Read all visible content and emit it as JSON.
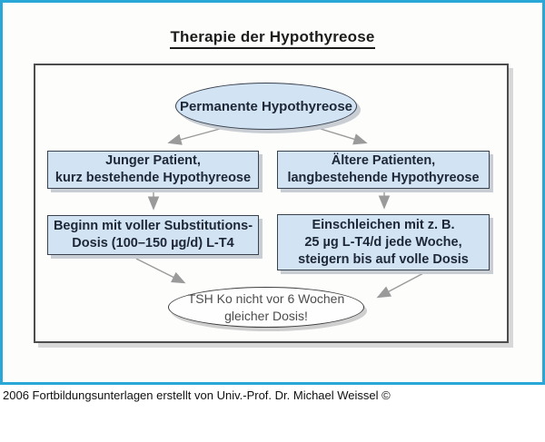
{
  "title": "Therapie der Hypothyreose",
  "colors": {
    "frame-cyan": "#29a8d8",
    "node-fill": "#d2e3f4",
    "node-border": "#39414f",
    "node-text": "#1d2736",
    "arrow-gray": "#9a9a9a"
  },
  "flowchart": {
    "root": {
      "text": "Permanente Hypothyreose"
    },
    "left_branch": {
      "condition": {
        "lines": [
          "Junger Patient,",
          "kurz bestehende Hypothyreose"
        ]
      },
      "action": {
        "lines": [
          "Beginn mit voller Substitutions-",
          "Dosis (100–150 µg/d) L-T4"
        ]
      }
    },
    "right_branch": {
      "condition": {
        "lines": [
          "Ältere Patienten,",
          "langbestehende Hypothyreose"
        ]
      },
      "action": {
        "lines": [
          "Einschleichen mit z. B.",
          "25 µg L-T4/d jede Woche,",
          "steigern bis auf volle Dosis"
        ]
      }
    },
    "outcome": {
      "lines": [
        "TSH Ko nicht vor 6 Wochen",
        "gleicher Dosis!"
      ]
    }
  },
  "footer": "2006 Fortbildungsunterlagen erstellt von Univ.-Prof. Dr. Michael Weissel ©"
}
